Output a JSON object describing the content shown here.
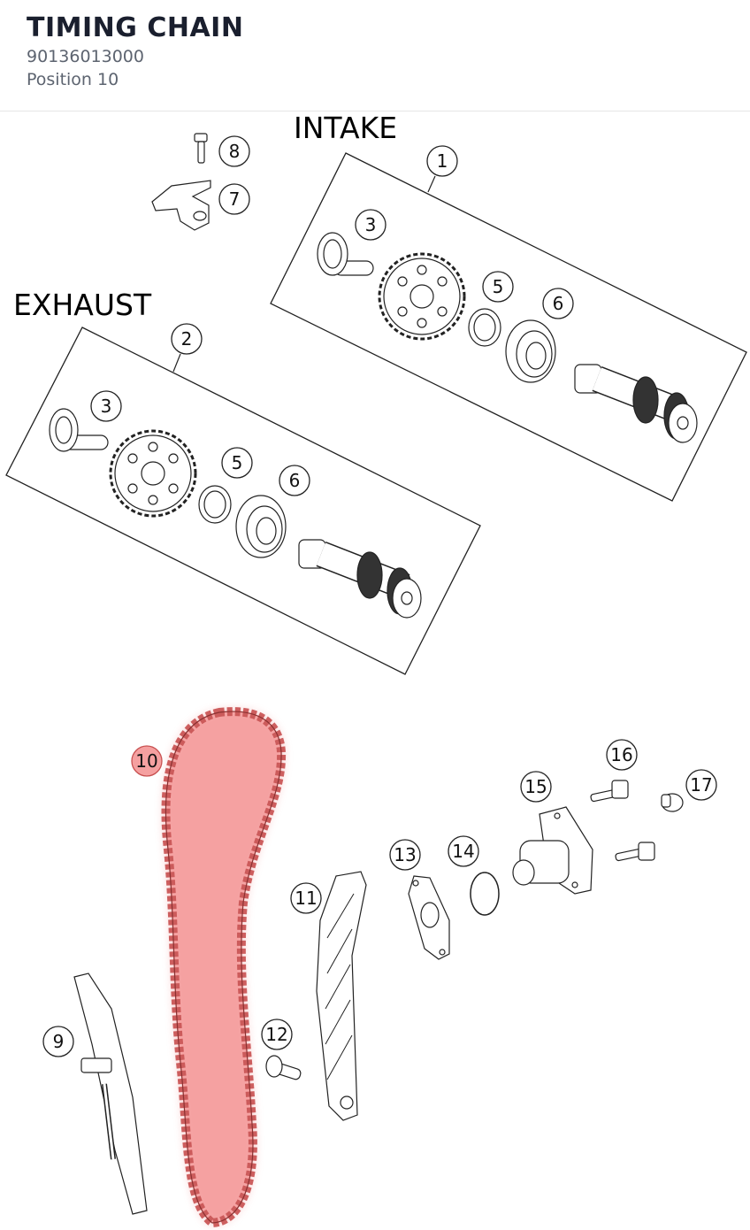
{
  "header": {
    "title": "TIMING CHAIN",
    "part_number": "90136013000",
    "position_text": "Position 10"
  },
  "diagram": {
    "groups": {
      "intake": "INTAKE",
      "exhaust": "EXHAUST"
    },
    "highlight_color": "#f08080",
    "callouts": {
      "c1": "1",
      "c2": "2",
      "c3a": "3",
      "c3b": "3",
      "c5a": "5",
      "c5b": "5",
      "c6a": "6",
      "c6b": "6",
      "c7": "7",
      "c8": "8",
      "c9": "9",
      "c10": "10",
      "c11": "11",
      "c12": "12",
      "c13": "13",
      "c14": "14",
      "c15": "15",
      "c16": "16",
      "c17": "17"
    }
  }
}
